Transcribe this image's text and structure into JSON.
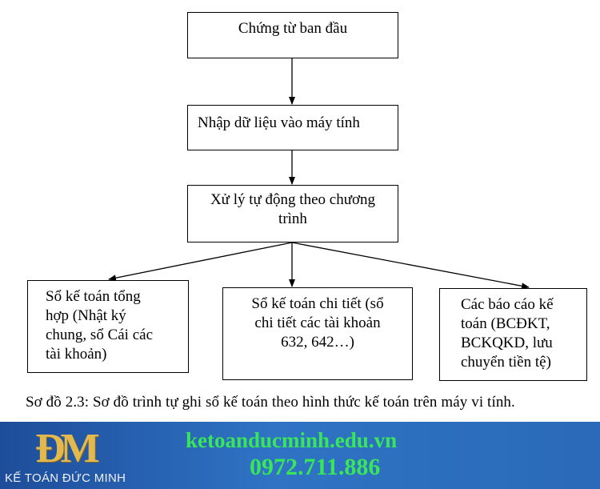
{
  "diagram": {
    "box1": [
      "Chứng từ ban đầu"
    ],
    "box2": [
      "Nhập dữ liệu vào máy tính"
    ],
    "box3": [
      "Xử lý tự động theo chương",
      "trình"
    ],
    "box4": [
      "Sổ kế toán tổng",
      "hợp (Nhật ký",
      "chung, sổ Cái các",
      "tài khoản)"
    ],
    "box5": [
      "Sổ kế toán chi tiết (sổ",
      "chi tiết các tài khoản",
      "632, 642…)"
    ],
    "box6": [
      "Các báo cáo kế",
      "toán (BCĐKT,",
      "BCKQKD, lưu",
      "chuyển tiền tệ)"
    ]
  },
  "caption": "Sơ đồ 2.3: Sơ đồ trình tự ghi sổ kế toán theo hình thức kế toán trên máy vi tính.",
  "banner": {
    "logo_mark": "ĐM",
    "logo_text": "KẾ TOÁN ĐỨC MINH",
    "website": "ketoanducminh.edu.vn",
    "phone": "0972.711.886"
  }
}
